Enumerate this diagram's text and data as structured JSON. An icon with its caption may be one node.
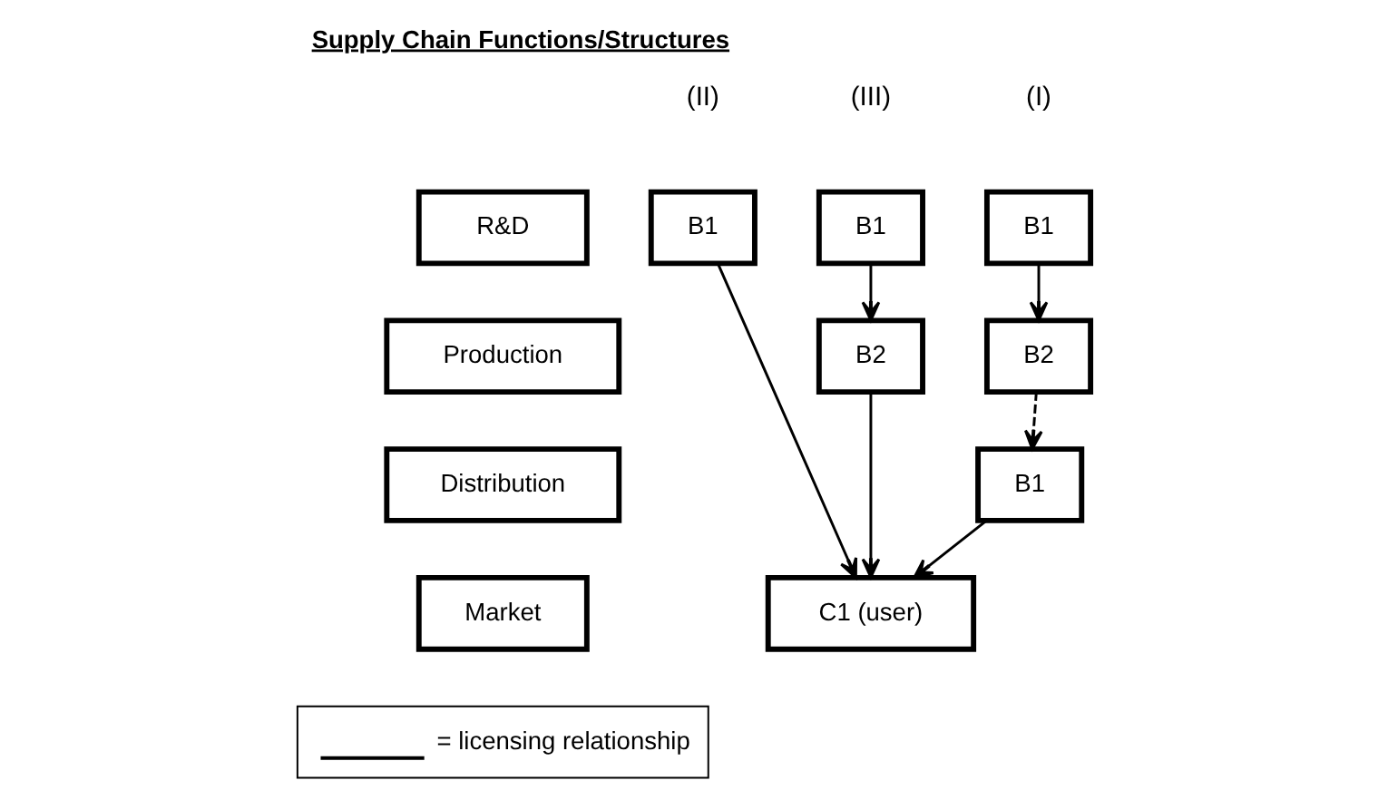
{
  "diagram": {
    "title": "Supply Chain Functions/Structures",
    "nodes": [
      {
        "text": [
          "R&D"
        ]
      },
      {
        "text": [
          "B1"
        ]
      },
      {
        "text": [
          "B1"
        ]
      },
      {
        "text": [
          "B1"
        ]
      },
      {
        "text": [
          "Production"
        ]
      },
      {
        "text": [
          "B2"
        ]
      },
      {
        "text": [
          "B2"
        ]
      },
      {
        "text": [
          "Distribution"
        ]
      },
      {
        "text": [
          "B1"
        ]
      },
      {
        "text": [
          "Market"
        ]
      },
      {
        "text": [
          "C1 (user)"
        ]
      }
    ],
    "edges": [
      {
        "from": 1,
        "to": 5,
        "arrow": "to"
      },
      {
        "from": 5,
        "to": 8,
        "arrow": "to",
        "style": "dashed"
      },
      {
        "from": 8,
        "to": 10,
        "arrow": "to"
      },
      {
        "from": 2,
        "to": 10,
        "arrow": "to"
      },
      {
        "from": 3,
        "to": 6,
        "arrow": "to"
      },
      {
        "from": 6,
        "to": 10,
        "arrow": "to"
      }
    ],
    "labels": [
      "(I)",
      "(II)",
      "(III)"
    ],
    "legend": [
      {
        "text": "= licensing relationship"
      }
    ]
  }
}
